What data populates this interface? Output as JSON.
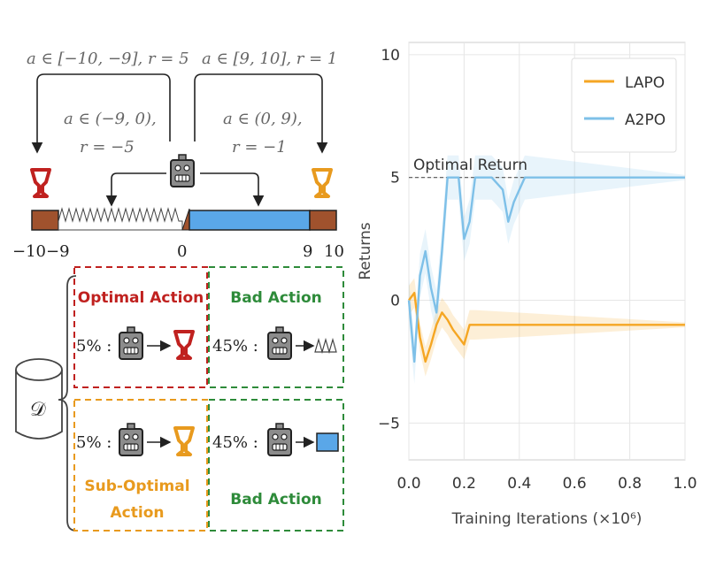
{
  "diagram": {
    "labels": {
      "left_action": "a ∈ [−10, −9], r = 5",
      "right_action": "a ∈ [9, 10], r = 1",
      "mid_left_a": "a ∈ (−9, 0),",
      "mid_left_r": "r = −5",
      "mid_right_a": "a ∈ (0, 9),",
      "mid_right_r": "r = −1"
    },
    "ticks": [
      "−10",
      "−9",
      "0",
      "9",
      "10"
    ],
    "boxes": {
      "optimal_title": "Optimal Action",
      "optimal_pct": "5% :",
      "bad_top_title": "Bad Action",
      "bad_top_pct": "45% :",
      "suboptimal_pct": "5% :",
      "suboptimal_title_1": "Sub-Optimal",
      "suboptimal_title_2": "Action",
      "bad_bottom_pct": "45% :",
      "bad_bottom_title": "Bad Action"
    },
    "dataset_label": "𝒟",
    "colors": {
      "red": "#c0211f",
      "green": "#2e8b3a",
      "orange": "#e89a1e",
      "blue": "#5aa7e8",
      "brown": "#a0522d",
      "gray": "#888888"
    }
  },
  "chart_data": {
    "type": "line",
    "xlabel": "Training Iterations (×10⁶)",
    "ylabel": "Returns",
    "xlim": [
      0,
      1.0
    ],
    "ylim": [
      -6.5,
      10.5
    ],
    "xticks": [
      "0.0",
      "0.2",
      "0.4",
      "0.6",
      "0.8",
      "1.0"
    ],
    "yticks": [
      "10",
      "5",
      "0",
      "−5"
    ],
    "ytick_values": [
      10,
      5,
      0,
      -5
    ],
    "xtick_values": [
      0,
      0.2,
      0.4,
      0.6,
      0.8,
      1.0
    ],
    "grid": true,
    "legend": "top-right",
    "reference_line": {
      "y": 5,
      "label": "Optimal Return"
    },
    "series": [
      {
        "name": "LAPO",
        "color": "#f5a623",
        "x": [
          0,
          0.02,
          0.04,
          0.06,
          0.08,
          0.1,
          0.12,
          0.14,
          0.16,
          0.18,
          0.2,
          0.22,
          0.24,
          1.0
        ],
        "y": [
          0,
          0.3,
          -1.5,
          -2.5,
          -1.8,
          -1.0,
          -0.5,
          -0.8,
          -1.2,
          -1.5,
          -1.8,
          -1.0,
          -1.0,
          -1.0
        ]
      },
      {
        "name": "A2PO",
        "color": "#7ec0e8",
        "x": [
          0,
          0.02,
          0.04,
          0.06,
          0.08,
          0.1,
          0.12,
          0.14,
          0.16,
          0.18,
          0.2,
          0.22,
          0.24,
          0.3,
          0.34,
          0.36,
          0.38,
          0.42,
          1.0
        ],
        "y": [
          0,
          -2.5,
          1.0,
          2.0,
          0.5,
          -0.5,
          2.0,
          5.0,
          5.0,
          5.0,
          2.5,
          3.2,
          5.0,
          5.0,
          4.5,
          3.2,
          4.0,
          5.0,
          5.0
        ]
      }
    ]
  }
}
